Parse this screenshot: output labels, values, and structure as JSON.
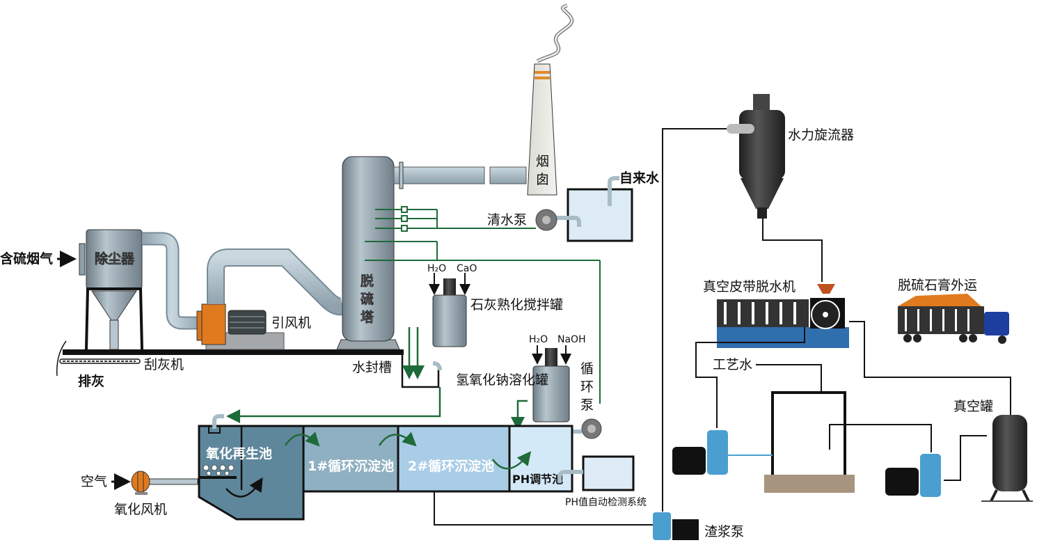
{
  "labels": {
    "sulfur_flue_gas": "含硫烟气",
    "dust_collector": "除尘器",
    "ash_discharge": "排灰",
    "ash_scraper": "刮灰机",
    "induced_fan": "引风机",
    "desulfurization_tower": [
      "脱",
      "硫",
      "塔"
    ],
    "chimney": [
      "烟",
      "囱"
    ],
    "clean_water_pump": "清水泵",
    "tap_water": "自来水",
    "water_seal_tank": "水封槽",
    "lime_tank": "石灰熟化搅拌罐",
    "lime_inputs": {
      "water": "H₂O",
      "reagent": "CaO"
    },
    "naoh_tank": "氢氧化钠溶化罐",
    "naoh_inputs": {
      "water": "H₂O",
      "reagent": "NaOH"
    },
    "circulation_pump": [
      "循",
      "环",
      "泵"
    ],
    "oxidation_pool": "氧化再生池",
    "settling_pool_1": "1#循环沉淀池",
    "settling_pool_2": "2#循环沉淀池",
    "ph_pool": "PH调节池",
    "ph_system": "PH值自动检测系统",
    "air": "空气",
    "oxidation_fan": "氧化风机",
    "slurry_pump": "渣浆泵",
    "hydrocyclone": "水力旋流器",
    "belt_filter": "真空皮带脱水机",
    "gypsum_transport": "脱硫石膏外运",
    "process_water": "工艺水",
    "vacuum_tank": "真空罐"
  },
  "colors": {
    "pipe": "#a9bcc6",
    "tank": "#8f9da6",
    "green_line": "#1f6a3a",
    "orange": "#e07a1f",
    "pool_dark": "#5f879c",
    "pool_mid": "#8fb0c2",
    "pool_light": "#a9cde6",
    "pool_lighter": "#d4e9f7",
    "pump_blue": "#4a9fd0"
  }
}
